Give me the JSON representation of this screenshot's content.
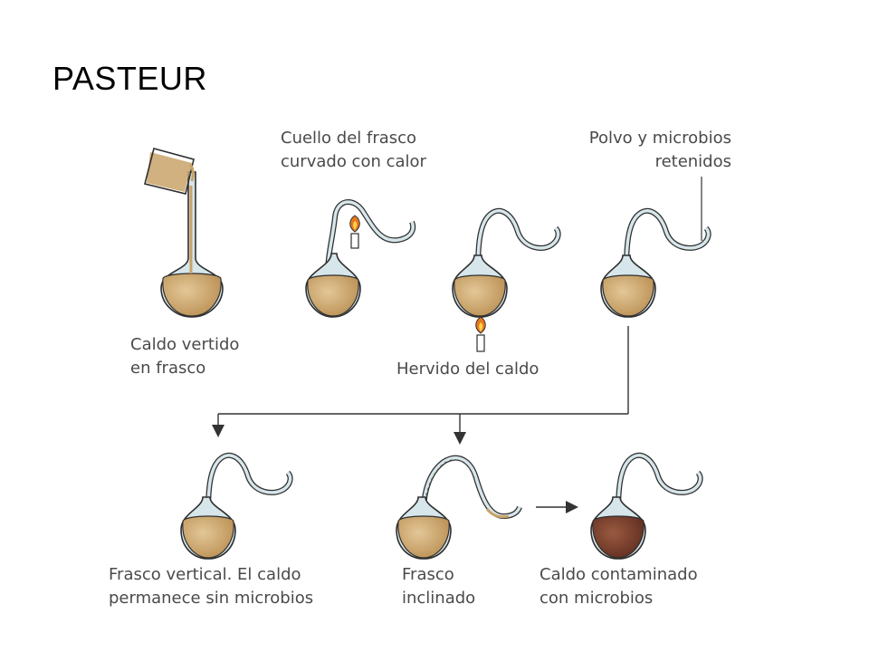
{
  "title": "PASTEUR",
  "captions": {
    "neck_curved": [
      "Cuello del frasco",
      "curvado con calor"
    ],
    "dust_retained": [
      "Polvo y microbios",
      "retenidos"
    ],
    "broth_poured": [
      "Caldo vertido",
      "en frasco"
    ],
    "broth_boiled": [
      "Hervido del caldo"
    ],
    "vertical_flask": [
      "Frasco vertical. El caldo",
      "permanece sin microbios"
    ],
    "tilted_flask": [
      "Frasco",
      "inclinado"
    ],
    "contaminated": [
      "Caldo contaminado",
      "con microbios"
    ]
  },
  "colors": {
    "broth": "#c9a36a",
    "broth_light": "#dcc08f",
    "contaminated_broth": "#7a3f2c",
    "glass": "#d6e6ea",
    "outline": "#2f2f2f",
    "arrow": "#333333",
    "flame": "#e8791e"
  }
}
